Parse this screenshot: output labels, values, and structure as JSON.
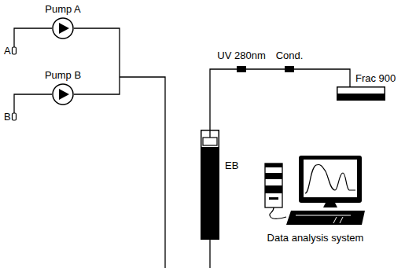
{
  "diagram": {
    "nodes": [
      {
        "text": [
          "Pump A"
        ]
      },
      {
        "text": [
          "Pump B"
        ]
      },
      {
        "text": [
          "EB"
        ]
      },
      {
        "text": [
          "UV 280nm"
        ]
      },
      {
        "text": [
          "Cond."
        ]
      },
      {
        "text": [
          "Frac 900"
        ]
      },
      {
        "text": [
          "Data analysis system"
        ]
      }
    ],
    "edges": [
      {
        "from": 2,
        "to": 3,
        "arrow": "none"
      },
      {
        "from": 3,
        "to": 4,
        "arrow": "none"
      },
      {
        "from": 4,
        "to": 5,
        "arrow": "none"
      }
    ],
    "labels": [
      "A",
      "B"
    ]
  }
}
